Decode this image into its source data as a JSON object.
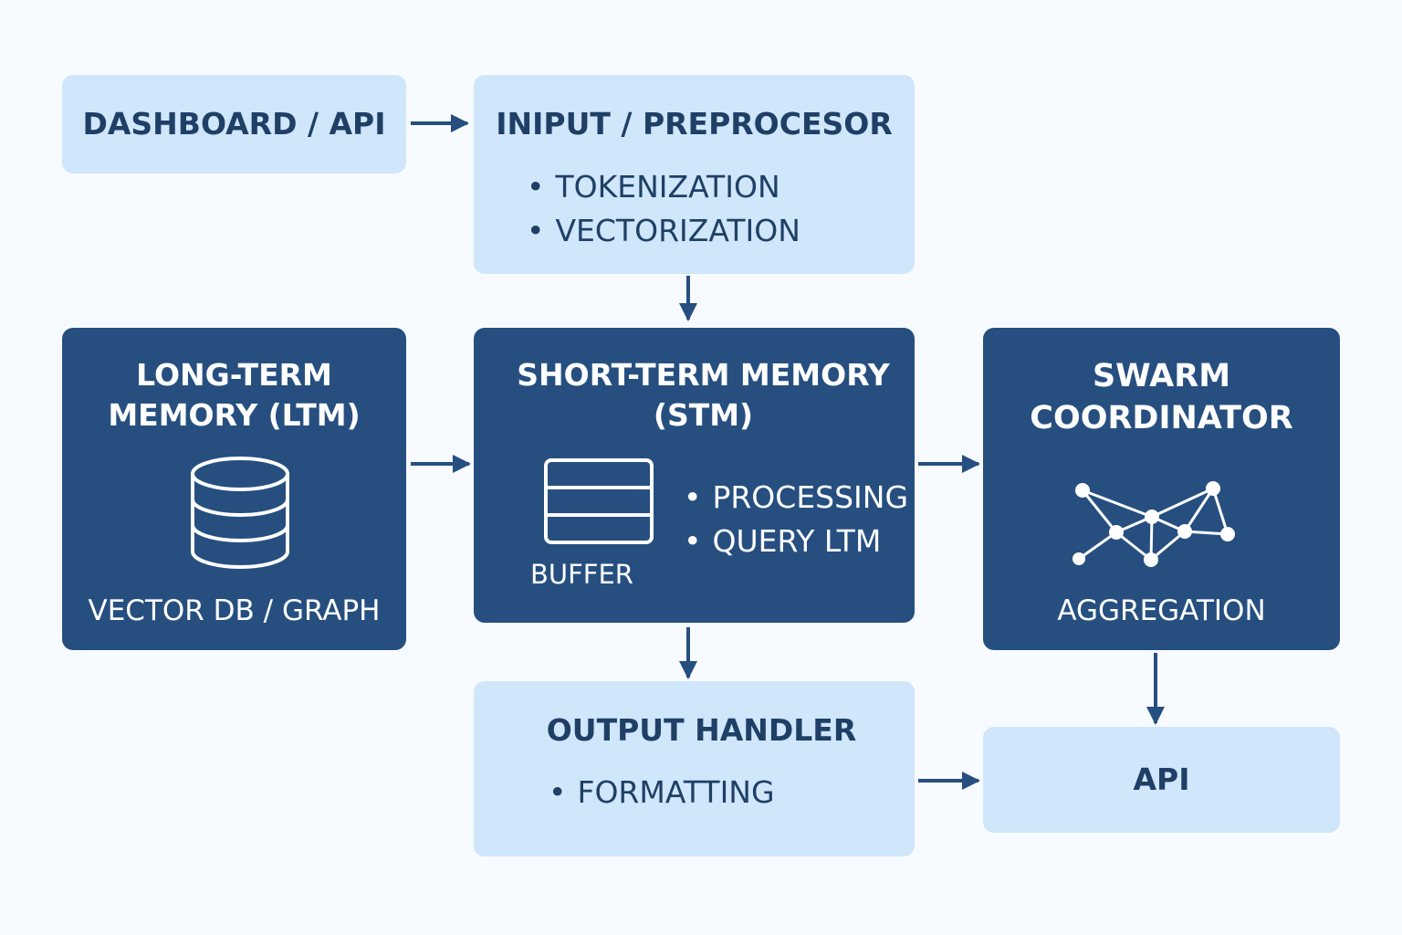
{
  "dashboard": {
    "title": "DASHBOARD / API"
  },
  "input": {
    "title": "INIPUT / PREPROCESOR",
    "items": [
      "TOKENIZATION",
      "VECTORIZATION"
    ]
  },
  "ltm": {
    "title": "LONG-TERM\nMEMORY (LTM)",
    "icon": "database-icon",
    "caption": "VECTOR DB / GRAPH"
  },
  "stm": {
    "title": "SHORT-TERM MEMORY\n(STM)",
    "icon": "buffer-icon",
    "buffer_label": "BUFFER",
    "items": [
      "PROCESSING",
      "QUERY LTM"
    ]
  },
  "swarm": {
    "title": "SWARM\nCOORDINATOR",
    "icon": "network-graph-icon",
    "caption": "AGGREGATION"
  },
  "output": {
    "title": "OUTPUT HANDLER",
    "items": [
      "FORMATTING"
    ]
  },
  "api": {
    "title": "API"
  },
  "colors": {
    "background": "#f7fbff",
    "light_box": "#cfe6fb",
    "dark_box": "#264f80",
    "arrow": "#264f80",
    "light_text": "#1f3f66"
  }
}
